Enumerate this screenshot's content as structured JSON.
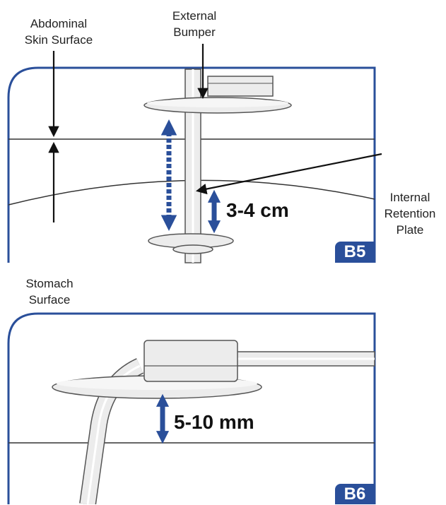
{
  "labels": {
    "abdominal_skin_surface": "Abdominal\nSkin Surface",
    "external_bumper": "External\nBumper",
    "internal_retention_plate": "Internal\nRetention\nPlate",
    "stomach_surface": "Stomach\nSurface"
  },
  "measurements": {
    "b5": "3-4 cm",
    "b6": "5-10 mm"
  },
  "badges": {
    "b5": "B5",
    "b6": "B6"
  },
  "colors": {
    "frame": "#2a4f9a",
    "arrow": "#2a4f9a",
    "device_fill": "#ececec",
    "device_stroke": "#555555",
    "line": "#333333"
  }
}
